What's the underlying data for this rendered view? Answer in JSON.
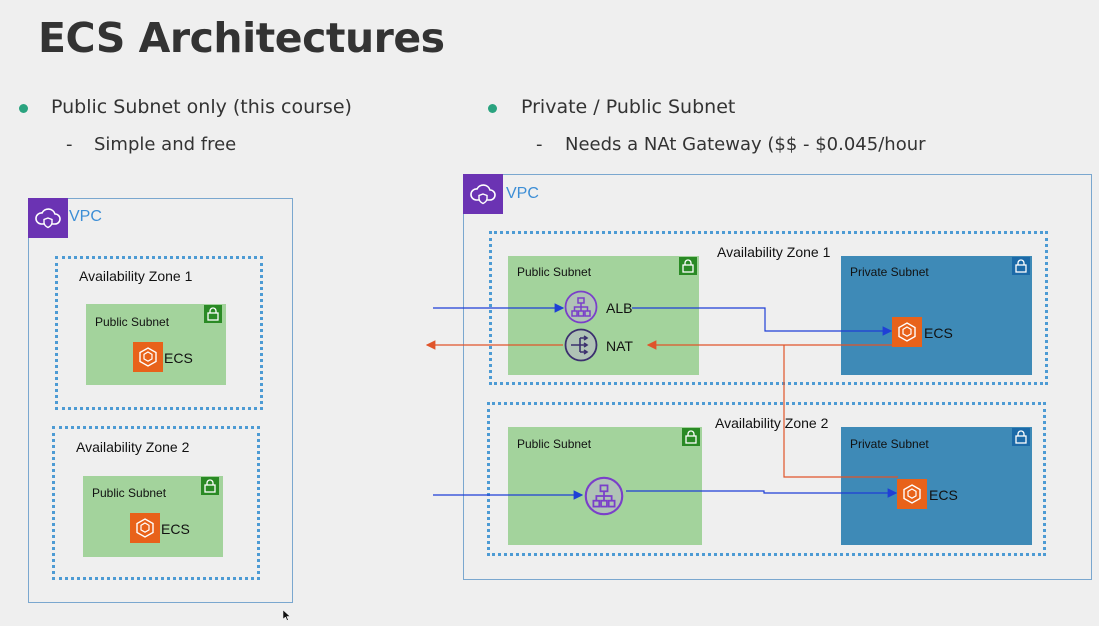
{
  "title": "ECS Architectures",
  "left": {
    "bullet": "Public Subnet only (this course)",
    "sub": "Simple and free",
    "vpc_label": "VPC",
    "zones": [
      {
        "label": "Availability Zone 1",
        "subnet": "Public Subnet",
        "ecs": "ECS"
      },
      {
        "label": "Availability Zone 2",
        "subnet": "Public Subnet",
        "ecs": "ECS"
      }
    ]
  },
  "right": {
    "bullet": "Private / Public Subnet",
    "sub": "Needs a NAt Gateway ($$ - $0.045/hour",
    "vpc_label": "VPC",
    "zones": [
      {
        "label": "Availability Zone 1",
        "public_subnet": "Public Subnet",
        "private_subnet": "Private Subnet",
        "alb": "ALB",
        "nat": "NAT",
        "ecs": "ECS"
      },
      {
        "label": "Availability Zone 2",
        "public_subnet": "Public Subnet",
        "private_subnet": "Private Subnet",
        "ecs": "ECS"
      }
    ]
  },
  "colors": {
    "bullet": "#2aa37f",
    "vpc_icon": "#6b33b3",
    "az_border": "#4d9bd4",
    "public_subnet": "#a3d39c",
    "private_subnet": "#3e8ab7",
    "ecs": "#e8621a",
    "flow_in": "#1f3fd6",
    "flow_out": "#e0542a"
  }
}
